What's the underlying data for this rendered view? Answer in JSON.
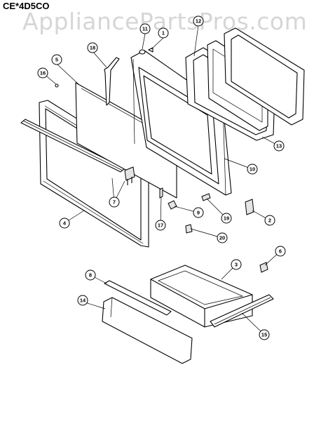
{
  "diagram": {
    "model": "CE*4D5CO",
    "watermark": "AppliancePartsPros.com",
    "callouts": [
      {
        "id": "c11",
        "label": "11"
      },
      {
        "id": "c1",
        "label": "1"
      },
      {
        "id": "c12",
        "label": "12"
      },
      {
        "id": "c18",
        "label": "18"
      },
      {
        "id": "c5",
        "label": "5"
      },
      {
        "id": "c16",
        "label": "16"
      },
      {
        "id": "c13",
        "label": "13"
      },
      {
        "id": "c10",
        "label": "10"
      },
      {
        "id": "c7",
        "label": "7"
      },
      {
        "id": "c9",
        "label": "9"
      },
      {
        "id": "c19",
        "label": "19"
      },
      {
        "id": "c2",
        "label": "2"
      },
      {
        "id": "c4",
        "label": "4"
      },
      {
        "id": "c17",
        "label": "17"
      },
      {
        "id": "c20",
        "label": "20"
      },
      {
        "id": "c6",
        "label": "6"
      },
      {
        "id": "c8",
        "label": "8"
      },
      {
        "id": "c3",
        "label": "3"
      },
      {
        "id": "c14",
        "label": "14"
      },
      {
        "id": "c15",
        "label": "15"
      }
    ]
  }
}
